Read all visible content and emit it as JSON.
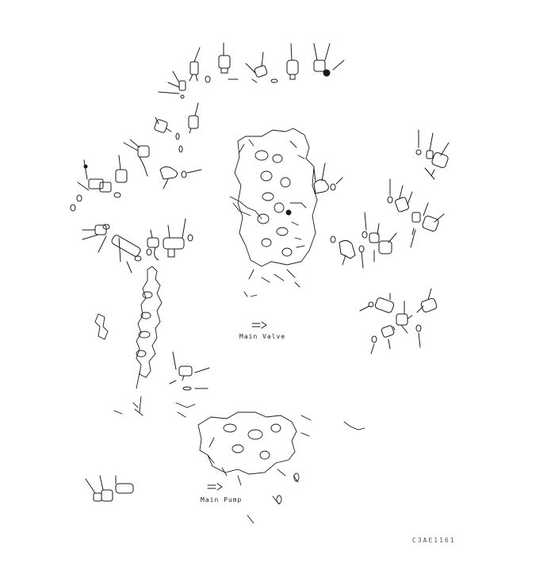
{
  "diagram": {
    "labels": {
      "main_valve": "Main Valve",
      "main_pump": "Main Pump",
      "drawing_code": "C3AE1161"
    },
    "colors": {
      "ink": "#1a1a1a",
      "paper": "#ffffff"
    }
  }
}
